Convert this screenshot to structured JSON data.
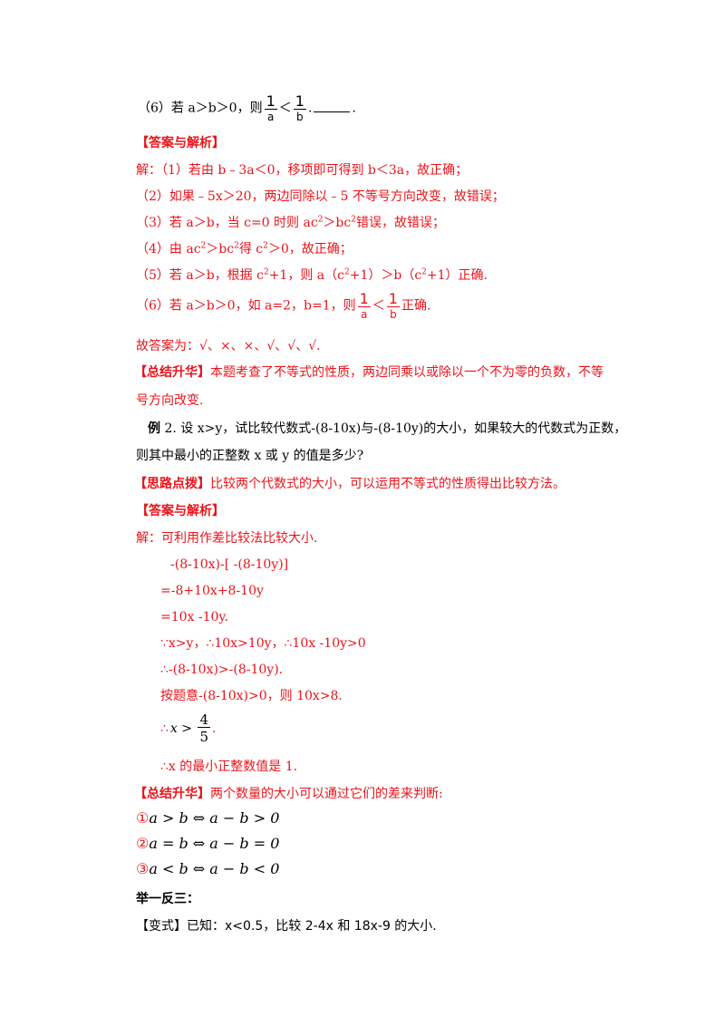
{
  "q6": {
    "prefix": "（6）若 a＞b＞0，则",
    "frac1_num": "1",
    "frac1_den": "a",
    "lt": "＜",
    "frac2_num": "1",
    "frac2_den": "b",
    "suffix": ".",
    "end": "."
  },
  "answer_header_1": "【答案与解析】",
  "sol": {
    "l1": "解：（1）若由 b﹣3a＜0，移项即可得到 b＜3a，故正确；",
    "l2": "（2）如果﹣5x＞20，两边同除以﹣5 不等号方向改变，故错误；",
    "l3_a": "（3）若 a＞b，当 c=0 时则 ac",
    "l3_b": "＞bc",
    "l3_c": "错误，故错误；",
    "l4_a": "（4）由 ac",
    "l4_b": "＞bc",
    "l4_c": "得 c",
    "l4_d": "＞0，故正确；",
    "l5_a": "（5）若 a＞b，根据 c",
    "l5_b": "+1，则 a（c",
    "l5_c": "+1）＞b（c",
    "l5_d": "+1）正确.",
    "sup2": "2",
    "l6_prefix": "（6）若 a＞b＞0，如 a=2，b=1，则",
    "l6_frac1_num": "1",
    "l6_frac1_den": "a",
    "l6_lt": "＜",
    "l6_frac2_num": "1",
    "l6_frac2_den": "b",
    "l6_suffix": "正确.",
    "final": "故答案为：√、×、×、√、√、√."
  },
  "summary1": {
    "tag": "【总结升华】",
    "text1": "本题考查了不等式的性质，两边同乘以或除以一个不为零的负数，不等",
    "text2": "号方向改变."
  },
  "example2": {
    "label": "例",
    "num": "2.",
    "text1": "设 x>y，试比较代数式-(8-10x)与-(8-10y)的大小，如果较大的代数式为正数，",
    "text2": "则其中最小的正整数 x 或 y 的值是多少?"
  },
  "hint": {
    "tag": "【思路点拨】",
    "text": "比较两个代数式的大小，可以运用不等式的性质得出比较方法。"
  },
  "answer_header_2": "【答案与解析】",
  "sol2": {
    "l1": "解：可利用作差比较法比较大小.",
    "l2": "-(8-10x)-[ -(8-10y)]",
    "l3": "=-8+10x+8-10y",
    "l4": "=10x -10y.",
    "l5": "∵x>y，∴10x>10y，∴10x -10y>0",
    "l6": "∴-(8-10x)>-(8-10y).",
    "l7": "按题意-(8-10x)>0，则 10x>8.",
    "l8_prefix": "∴",
    "l8_var": "x",
    "l8_gt": " > ",
    "l8_num": "4",
    "l8_den": "5",
    "l8_end": ".",
    "l9": "∴x 的最小正整数值是 1."
  },
  "summary2": {
    "tag": "【总结升华】",
    "text": "两个数量的大小可以通过它们的差来判断:",
    "r1_circle": "①",
    "r1": "a > b ⇔ a − b > 0",
    "r2_circle": "②",
    "r2": "a = b ⇔ a − b = 0",
    "r3_circle": "③",
    "r3": "a < b ⇔ a − b < 0"
  },
  "drill": {
    "title": "举一反三："
  },
  "variant": {
    "tag": "【变式】",
    "t1": "已知：",
    "t2": "x<0.5",
    "t3": "，比较 ",
    "t4": "2-4x",
    "t5": " 和 ",
    "t6": "18x-9",
    "t7": " 的大小."
  }
}
